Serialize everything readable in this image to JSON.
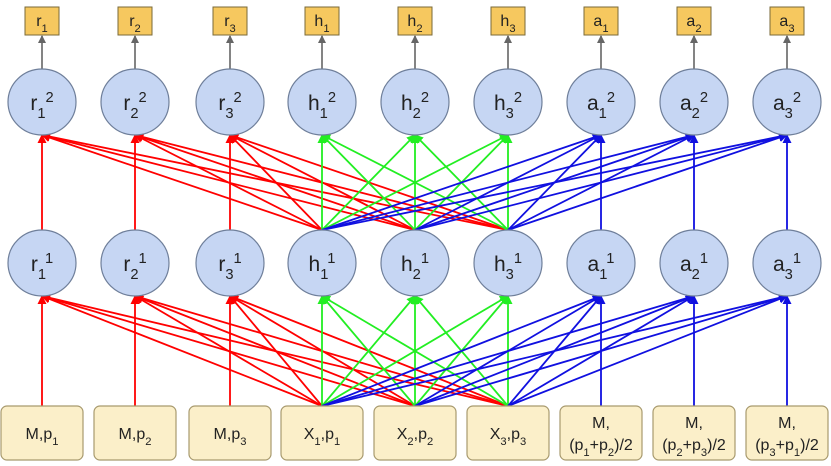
{
  "colors": {
    "output_box_fill": "#f6c85f",
    "output_box_stroke": "#7a6a3a",
    "node_fill": "#c6d6f3",
    "node_stroke": "#6f7f9a",
    "input_box_fill": "#fbefc9",
    "input_box_stroke": "#a89a6e",
    "arrow_gray": "#666666",
    "red": "#ff0000",
    "green": "#22ee22",
    "blue": "#1010e0"
  },
  "outputs": [
    {
      "base": "r",
      "sub": "1"
    },
    {
      "base": "r",
      "sub": "2"
    },
    {
      "base": "r",
      "sub": "3"
    },
    {
      "base": "h",
      "sub": "1"
    },
    {
      "base": "h",
      "sub": "2"
    },
    {
      "base": "h",
      "sub": "3"
    },
    {
      "base": "a",
      "sub": "1"
    },
    {
      "base": "a",
      "sub": "2"
    },
    {
      "base": "a",
      "sub": "3"
    }
  ],
  "layer2": [
    {
      "base": "r",
      "sub": "1",
      "sup": "2"
    },
    {
      "base": "r",
      "sub": "2",
      "sup": "2"
    },
    {
      "base": "r",
      "sub": "3",
      "sup": "2"
    },
    {
      "base": "h",
      "sub": "1",
      "sup": "2"
    },
    {
      "base": "h",
      "sub": "2",
      "sup": "2"
    },
    {
      "base": "h",
      "sub": "3",
      "sup": "2"
    },
    {
      "base": "a",
      "sub": "1",
      "sup": "2"
    },
    {
      "base": "a",
      "sub": "2",
      "sup": "2"
    },
    {
      "base": "a",
      "sub": "3",
      "sup": "2"
    }
  ],
  "layer1": [
    {
      "base": "r",
      "sub": "1",
      "sup": "1"
    },
    {
      "base": "r",
      "sub": "2",
      "sup": "1"
    },
    {
      "base": "r",
      "sub": "3",
      "sup": "1"
    },
    {
      "base": "h",
      "sub": "1",
      "sup": "1"
    },
    {
      "base": "h",
      "sub": "2",
      "sup": "1"
    },
    {
      "base": "h",
      "sub": "3",
      "sup": "1"
    },
    {
      "base": "a",
      "sub": "1",
      "sup": "1"
    },
    {
      "base": "a",
      "sub": "2",
      "sup": "1"
    },
    {
      "base": "a",
      "sub": "3",
      "sup": "1"
    }
  ],
  "inputs": [
    {
      "line1": "M,p",
      "line1_sub": "1"
    },
    {
      "line1": "M,p",
      "line1_sub": "2"
    },
    {
      "line1": "M,p",
      "line1_sub": "3"
    },
    {
      "line1": "X",
      "line1_sub": "1",
      "line1_rest": ",p",
      "line1_sub2": "1"
    },
    {
      "line1": "X",
      "line1_sub": "2",
      "line1_rest": ",p",
      "line1_sub2": "2"
    },
    {
      "line1": "X",
      "line1_sub": "3",
      "line1_rest": ",p",
      "line1_sub2": "3"
    },
    {
      "line1": "M,",
      "line2_parts": [
        "(p",
        "1",
        "+p",
        "2",
        ")/2"
      ]
    },
    {
      "line1": "M,",
      "line2_parts": [
        "(p",
        "2",
        "+p",
        "3",
        ")/2"
      ]
    },
    {
      "line1": "M,",
      "line2_parts": [
        "(p",
        "3",
        "+p",
        "1",
        ")/2"
      ]
    }
  ]
}
